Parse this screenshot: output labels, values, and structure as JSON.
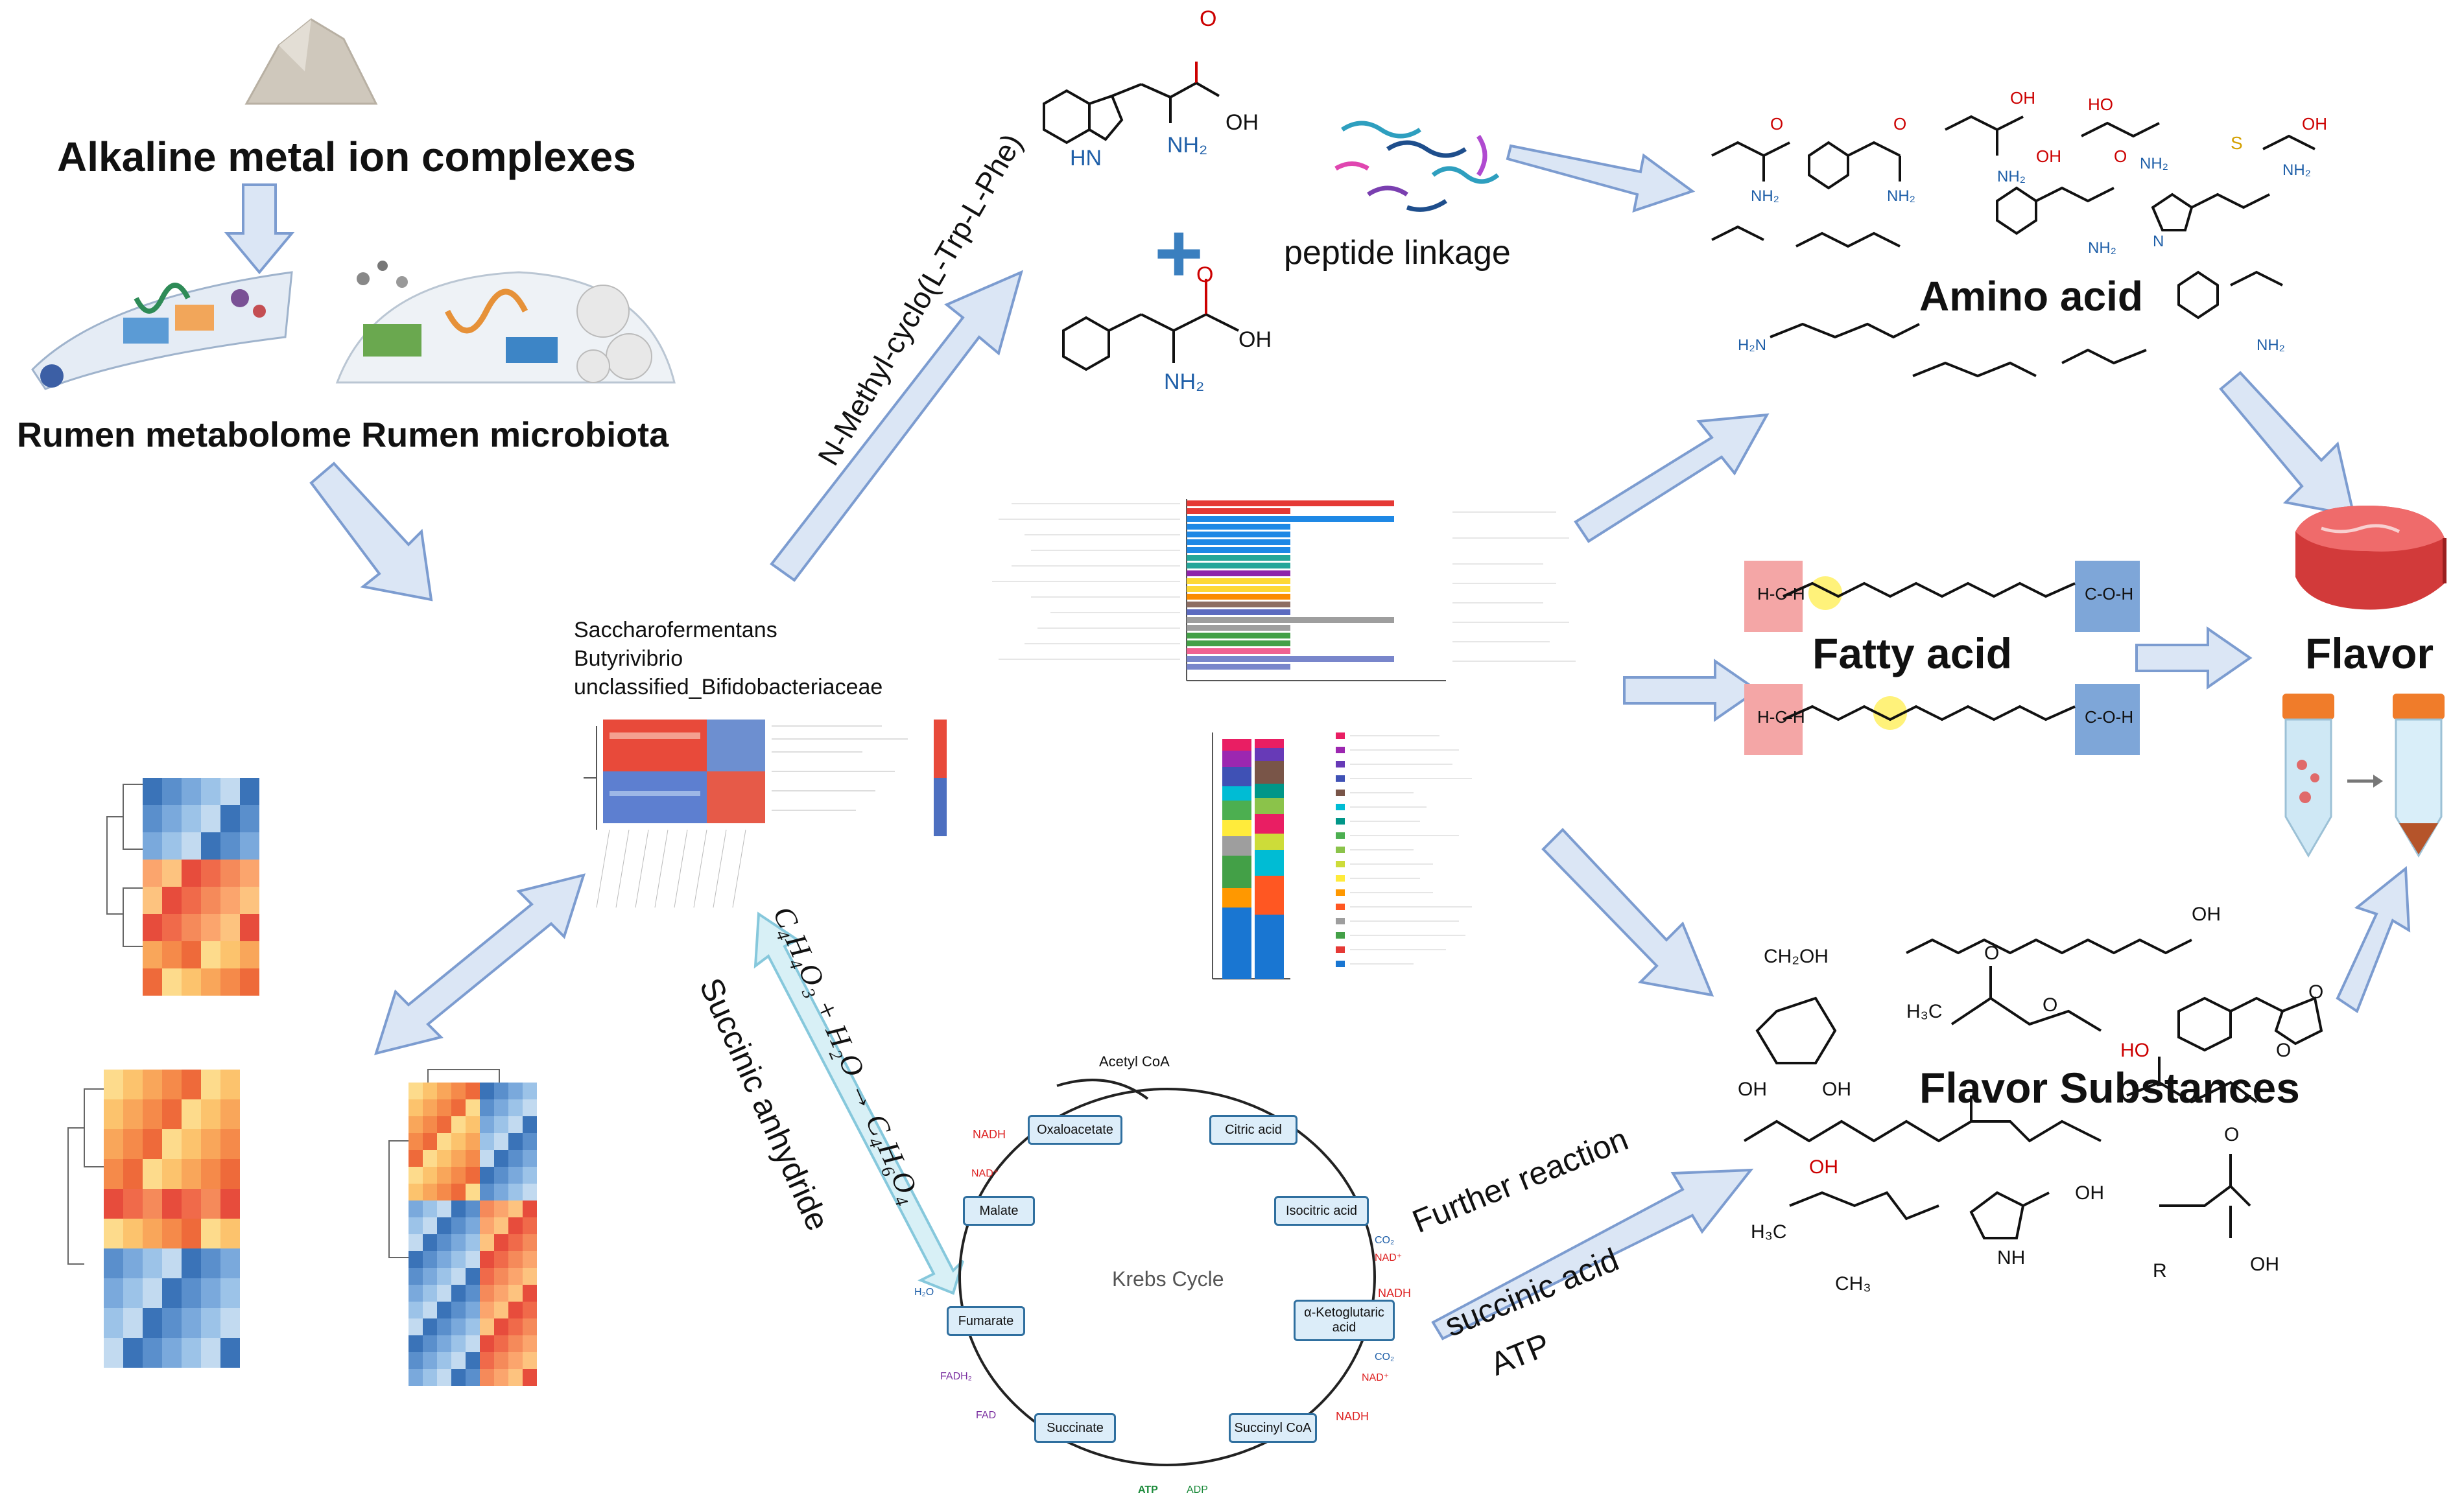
{
  "titles": {
    "alkaline": "Alkaline metal ion complexes",
    "rumen": "Rumen metabolome Rumen microbiota",
    "amino_acid": "Amino acid",
    "fatty_acid": "Fatty acid",
    "flavor": "Flavor",
    "flavor_substances": "Flavor Substances",
    "peptide": "peptide linkage",
    "n_methyl": "N-Methyl-cyclo(L-Trp-L-Phe)",
    "succinic_anhydride": "Succinic anhydride",
    "equation": "C₄H₄O₃ + H₂O → C₄H₆O₄",
    "further_reaction": "Further reaction",
    "succinic_acid": "succinic acid",
    "atp": "ATP"
  },
  "genera": [
    "Saccharofermentans",
    "Butyrivibrio",
    "unclassified_Bifidobacteriaceae"
  ],
  "krebs": {
    "center": "Krebs Cycle",
    "acetyl": "Acetyl CoA",
    "nodes": [
      "Oxaloacetate",
      "Citric acid",
      "Isocitric acid",
      "α-Ketoglutaric acid",
      "Succinyl CoA",
      "Succinate",
      "Fumarate",
      "Malate"
    ],
    "cofactors": {
      "nadh": "NADH",
      "nad": "NAD⁺",
      "co2": "CO₂",
      "h2o": "H₂O",
      "fadh2": "FADH₂",
      "fad": "FAD",
      "atp": "ATP",
      "adp": "ADP"
    }
  },
  "chem_labels": {
    "oh": "OH",
    "nh2": "NH₂",
    "hn": "HN",
    "o": "O"
  },
  "colors": {
    "arrow_fill": "#dbe6f5",
    "arrow_stroke": "#7c9cd0",
    "cyan_arrow": "#a6dbe8",
    "heat_red": "#d73027",
    "heat_blue": "#4575b4",
    "box_fill": "#dcedf9",
    "box_stroke": "#2f6f9f"
  }
}
